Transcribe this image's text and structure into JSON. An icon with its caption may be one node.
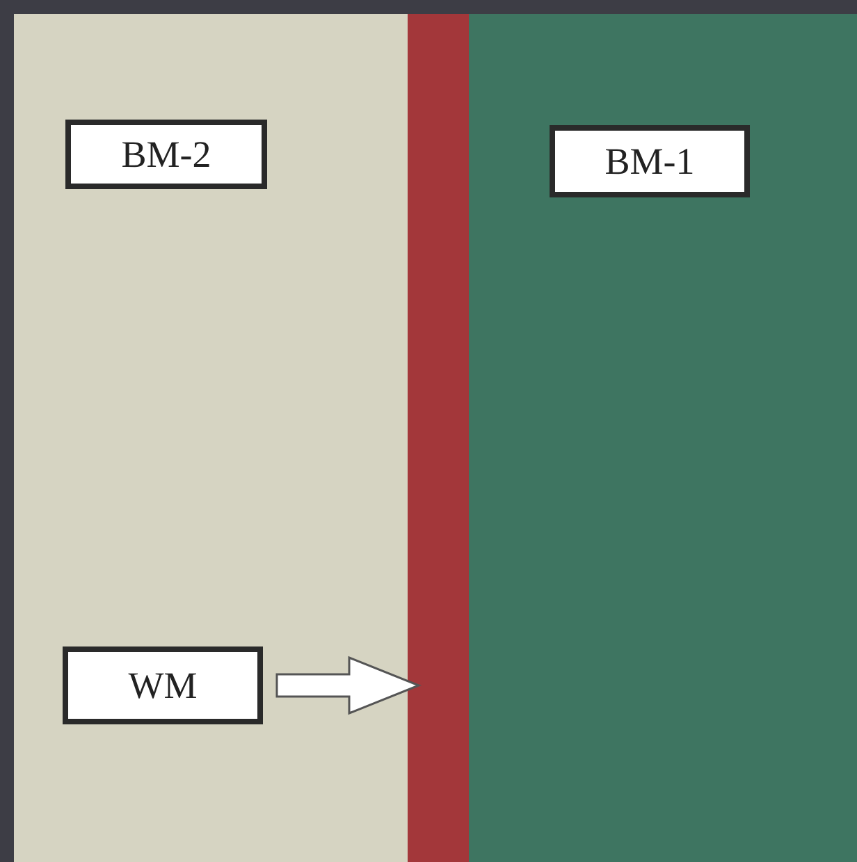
{
  "diagram": {
    "nodes": [
      {
        "text": [
          "BM-2"
        ]
      },
      {
        "text": [
          "BM-1"
        ]
      },
      {
        "text": [
          "WM"
        ]
      },
      {
        "text": [],
        "shape": "bar"
      }
    ],
    "edges": [
      {
        "from": 2,
        "to": 3,
        "arrow": "to",
        "style": "thick"
      }
    ]
  }
}
